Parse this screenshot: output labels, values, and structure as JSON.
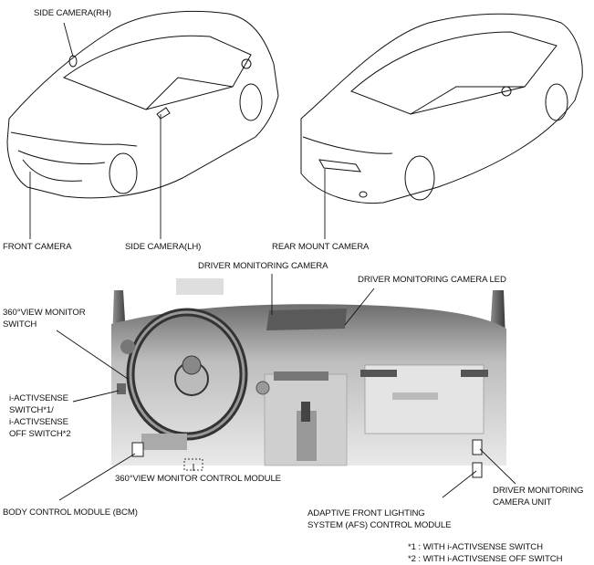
{
  "labels": {
    "side_camera_rh": "SIDE CAMERA(RH)",
    "front_camera": "FRONT CAMERA",
    "side_camera_lh": "SIDE CAMERA(LH)",
    "rear_mount_camera": "REAR MOUNT CAMERA",
    "driver_monitoring_camera": "DRIVER MONITORING CAMERA",
    "driver_monitoring_camera_led": "DRIVER MONITORING CAMERA LED",
    "view_monitor_switch": [
      "360°VIEW MONITOR",
      "SWITCH"
    ],
    "iactivsense_switch": [
      "i-ACTIVSENSE",
      "SWITCH*1/",
      "i-ACTIVSENSE",
      "OFF SWITCH*2"
    ],
    "view_monitor_control_module": "360°VIEW MONITOR CONTROL MODULE",
    "body_control_module": "BODY CONTROL MODULE (BCM)",
    "afs_control_module": [
      "ADAPTIVE FRONT LIGHTING",
      "SYSTEM (AFS) CONTROL MODULE"
    ],
    "driver_monitoring_camera_unit": [
      "DRIVER MONITORING",
      "CAMERA UNIT"
    ]
  },
  "footnotes": [
    "*1 : WITH i-ACTIVSENSE SWITCH",
    "*2 : WITH i-ACTIVSENSE  OFF SWITCH"
  ]
}
